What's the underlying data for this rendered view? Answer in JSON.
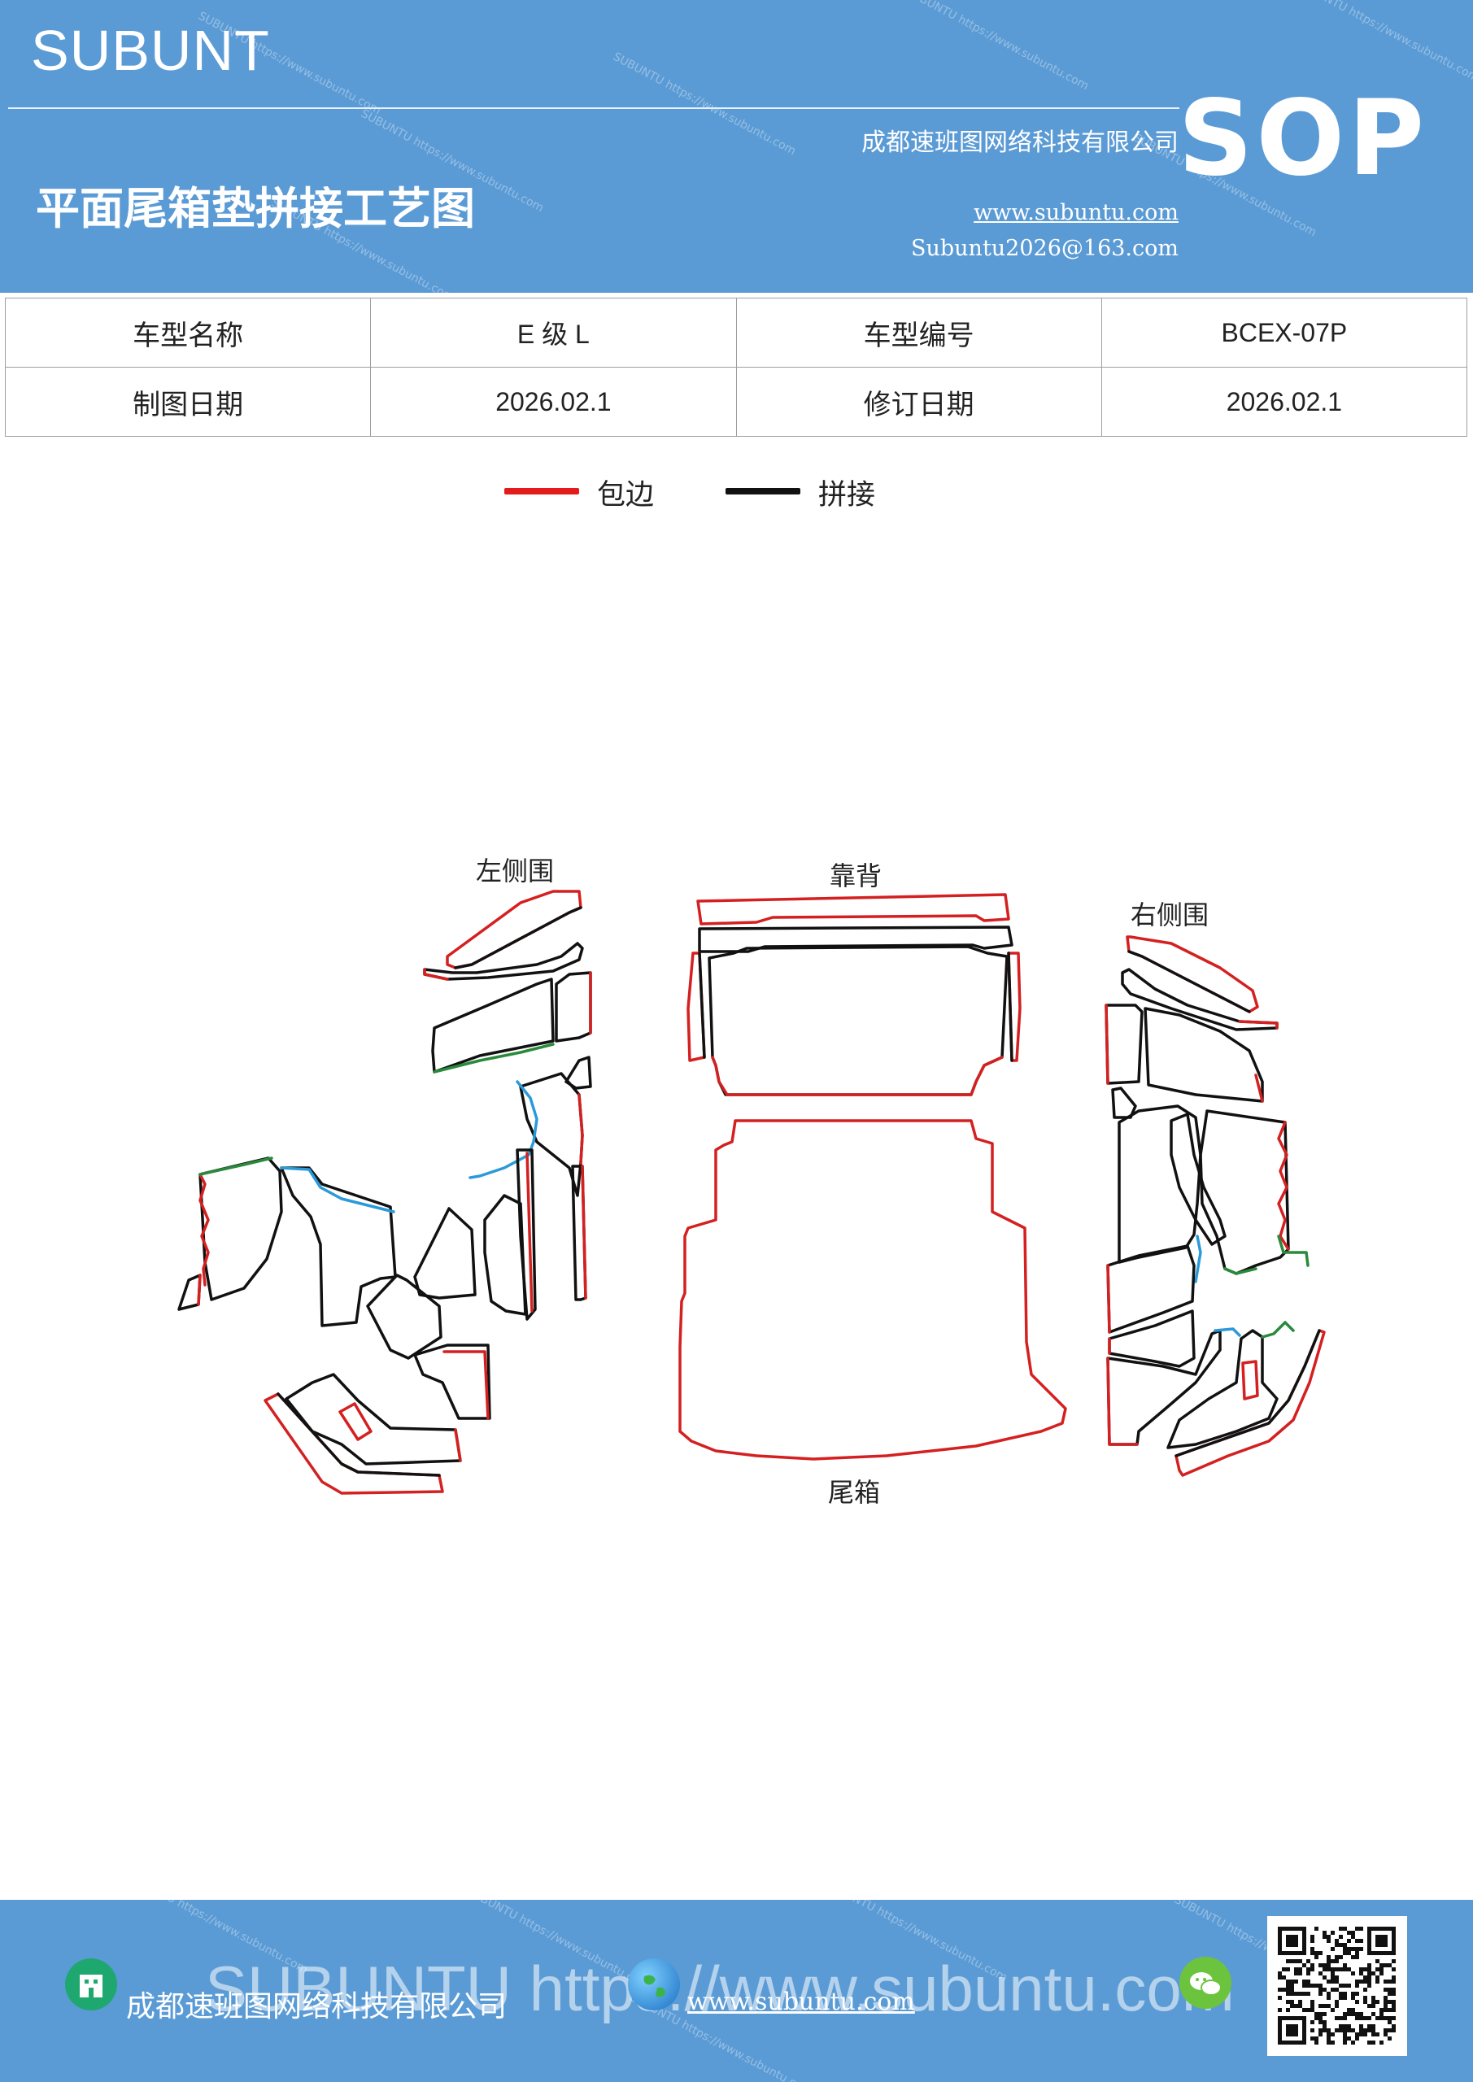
{
  "header": {
    "brand": "SUBUNT",
    "title": "平面尾箱垫拼接工艺图",
    "company": "成都速班图网络科技有限公司",
    "website": "www.subuntu.com",
    "email": "Subuntu2026@163.com",
    "badge": "SOP",
    "watermark": "SUBUNTU https://www.subuntu.com"
  },
  "info_table": {
    "rows": [
      [
        "车型名称",
        "E 级 L",
        "车型编号",
        "BCEX-07P"
      ],
      [
        "制图日期",
        "2026.02.1",
        "修订日期",
        "2026.02.1"
      ]
    ]
  },
  "legend": {
    "items": [
      {
        "label": "包边",
        "color": "#e31b1b"
      },
      {
        "label": "拼接",
        "color": "#111111"
      }
    ]
  },
  "diagram": {
    "labels": {
      "left": "左侧围",
      "back": "靠背",
      "right": "右侧围",
      "trunk": "尾箱"
    },
    "colors": {
      "edge": "#d42020",
      "seam": "#111111",
      "blue": "#2b9ad8",
      "green": "#2a8a3c"
    }
  },
  "footer": {
    "company": "成都速班图网络科技有限公司",
    "website": "www.subuntu.com",
    "big_watermark": "SUBUNTU https://www.subuntu.com"
  }
}
